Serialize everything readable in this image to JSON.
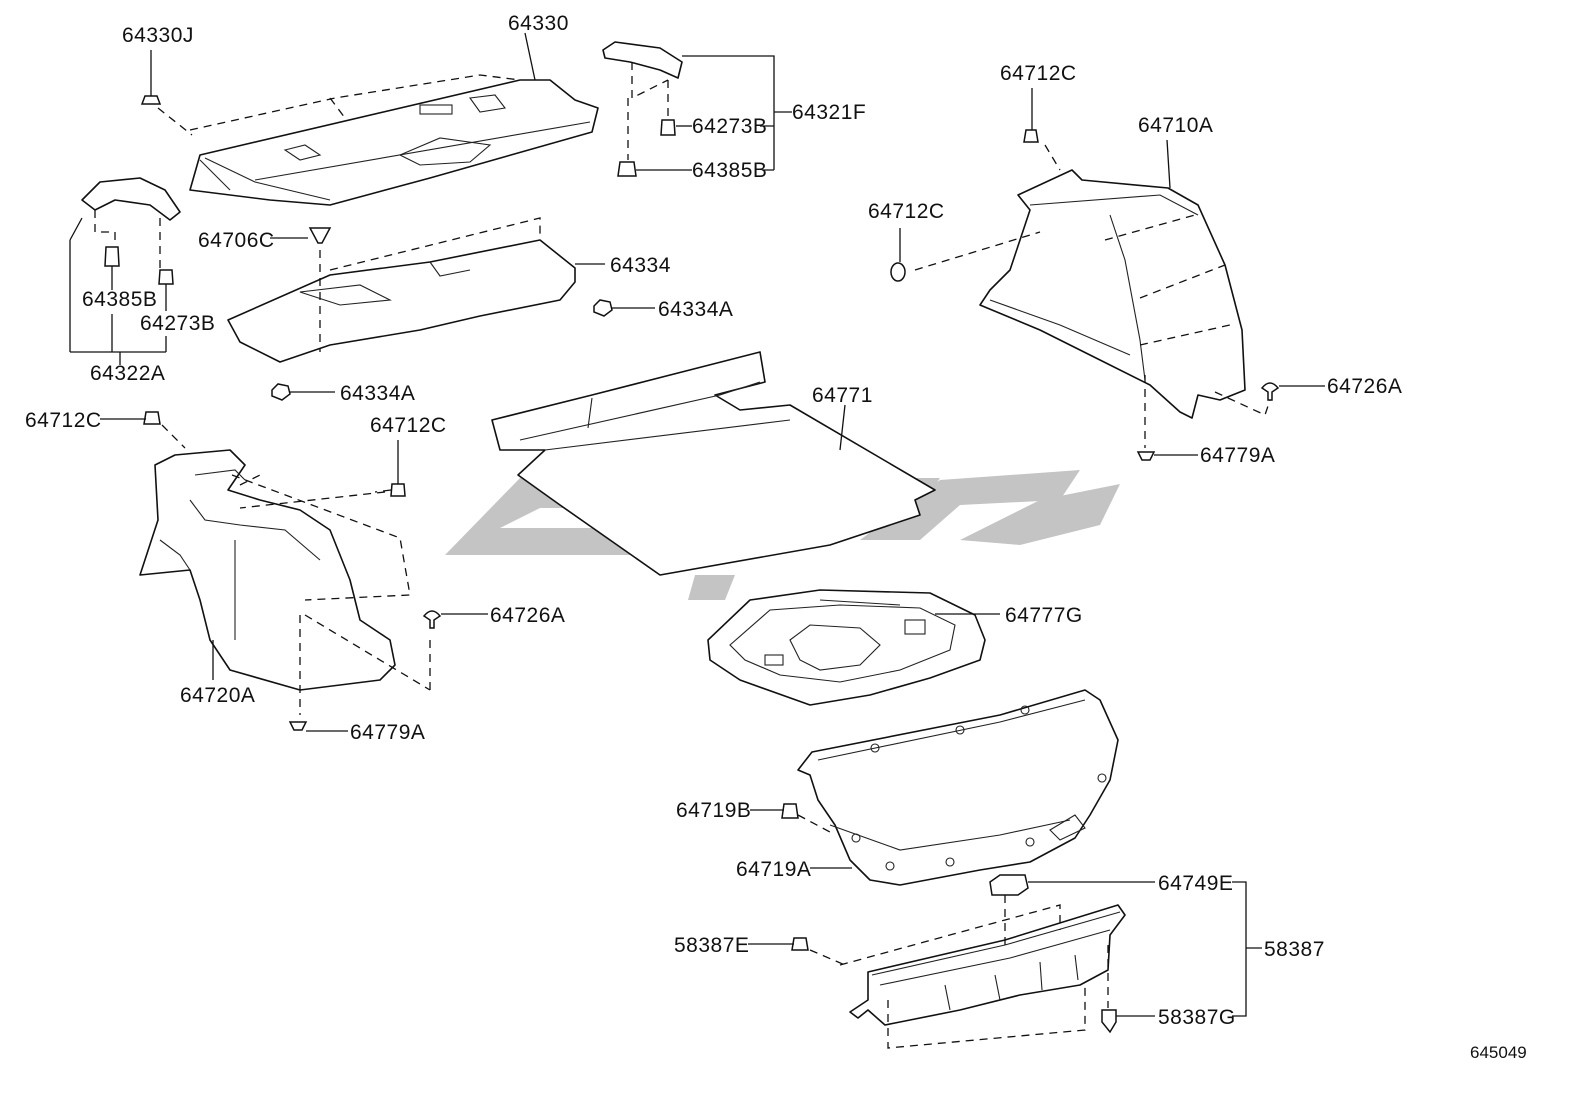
{
  "diagram_code": "645049",
  "callouts": [
    {
      "id": "64330J",
      "text": "64330J"
    },
    {
      "id": "64330",
      "text": "64330"
    },
    {
      "id": "64321F",
      "text": "64321F"
    },
    {
      "id": "64273B-r",
      "text": "64273B"
    },
    {
      "id": "64385B-r",
      "text": "64385B"
    },
    {
      "id": "64712C-a",
      "text": "64712C"
    },
    {
      "id": "64710A",
      "text": "64710A"
    },
    {
      "id": "64712C-b",
      "text": "64712C"
    },
    {
      "id": "64706C",
      "text": "64706C"
    },
    {
      "id": "64334",
      "text": "64334"
    },
    {
      "id": "64334A-a",
      "text": "64334A"
    },
    {
      "id": "64385B-l",
      "text": "64385B"
    },
    {
      "id": "64273B-l",
      "text": "64273B"
    },
    {
      "id": "64322A",
      "text": "64322A"
    },
    {
      "id": "64334A-b",
      "text": "64334A"
    },
    {
      "id": "64726A-r",
      "text": "64726A"
    },
    {
      "id": "64779A-r",
      "text": "64779A"
    },
    {
      "id": "64771",
      "text": "64771"
    },
    {
      "id": "64712C-c",
      "text": "64712C"
    },
    {
      "id": "64712C-d",
      "text": "64712C"
    },
    {
      "id": "64726A-l",
      "text": "64726A"
    },
    {
      "id": "64777G",
      "text": "64777G"
    },
    {
      "id": "64720A",
      "text": "64720A"
    },
    {
      "id": "64779A-l",
      "text": "64779A"
    },
    {
      "id": "64719B",
      "text": "64719B"
    },
    {
      "id": "64719A",
      "text": "64719A"
    },
    {
      "id": "64749E",
      "text": "64749E"
    },
    {
      "id": "58387E",
      "text": "58387E"
    },
    {
      "id": "58387",
      "text": "58387"
    },
    {
      "id": "58387G",
      "text": "58387G"
    }
  ],
  "colors": {
    "ink": "#111111",
    "watermark": "#c4c4c4",
    "background": "#ffffff"
  }
}
